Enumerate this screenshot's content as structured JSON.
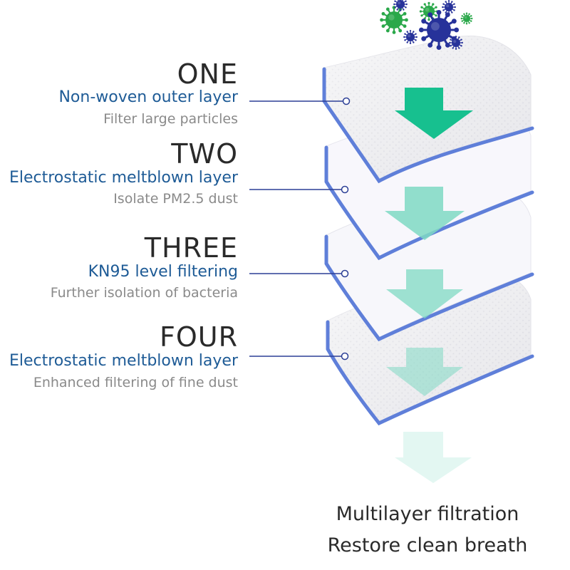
{
  "layers": [
    {
      "number": "ONE",
      "title": "Non-woven outer layer",
      "desc": "Filter large particles"
    },
    {
      "number": "TWO",
      "title": "Electrostatic meltblown layer",
      "desc": "Isolate PM2.5 dust"
    },
    {
      "number": "THREE",
      "title": "KN95 level filtering",
      "desc": "Further isolation of bacteria"
    },
    {
      "number": "FOUR",
      "title": "Electrostatic meltblown layer",
      "desc": "Enhanced filtering of fine dust"
    }
  ],
  "caption": {
    "line1": "Multilayer filtration",
    "line2": "Restore clean breath"
  },
  "colors": {
    "layer_edge": "#5f7fd9",
    "leader_line": "#2c3f96",
    "arrow_top": "#17c08f",
    "arrow_faint": "#7fd9c3",
    "virus_blue": "#27329a",
    "virus_green": "#2aa84a"
  }
}
